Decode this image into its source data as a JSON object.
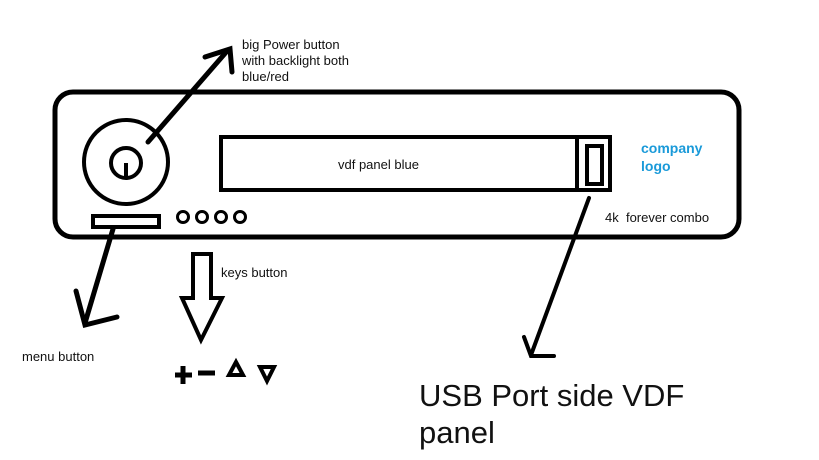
{
  "device": {
    "vfd_panel_label": "vdf panel blue",
    "company_logo_line1": "company",
    "company_logo_line2": "logo",
    "model_label": "4k  forever combo",
    "logo_color": "#1a9ad9",
    "key_count": 4
  },
  "annotations": {
    "power_button": [
      "big Power button",
      "with backlight both",
      "blue/red"
    ],
    "menu_button": "menu button",
    "keys_button": "keys button",
    "usb_port": [
      "USB Port side VDF",
      "panel"
    ]
  },
  "key_symbols": [
    {
      "name": "plus-icon",
      "glyph": "+"
    },
    {
      "name": "minus-icon",
      "glyph": "−"
    },
    {
      "name": "up-triangle-icon",
      "glyph": "▲"
    },
    {
      "name": "down-triangle-icon",
      "glyph": "▼"
    }
  ]
}
